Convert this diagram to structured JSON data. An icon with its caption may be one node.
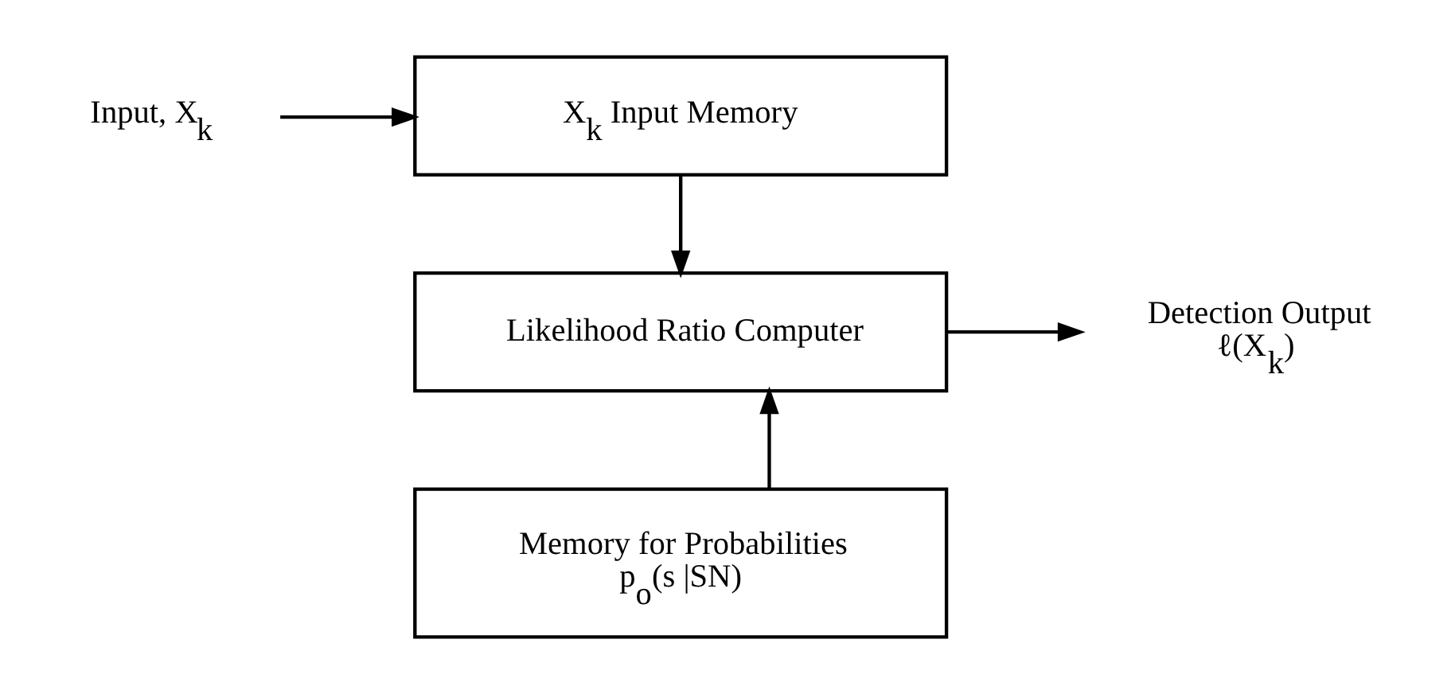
{
  "diagram": {
    "nodes": [
      {
        "text": [
          "Input, X$_{k}$"
        ]
      },
      {
        "text": [
          "X$_{k}$ Input Memory"
        ]
      },
      {
        "text": [
          "Likelihood Ratio Computer"
        ]
      },
      {
        "text": [
          "Memory for Probabilities",
          "p$_{o}$(s |SN)"
        ]
      },
      {
        "text": [
          "Detection Output",
          "ℓ(X$_{k}$)"
        ]
      }
    ],
    "edges": [
      {
        "from": 0,
        "to": 1,
        "arrow": "to"
      },
      {
        "from": 1,
        "to": 2,
        "arrow": "to"
      },
      {
        "from": 3,
        "to": 2,
        "arrow": "to"
      },
      {
        "from": 2,
        "to": 4,
        "arrow": "to"
      }
    ]
  }
}
